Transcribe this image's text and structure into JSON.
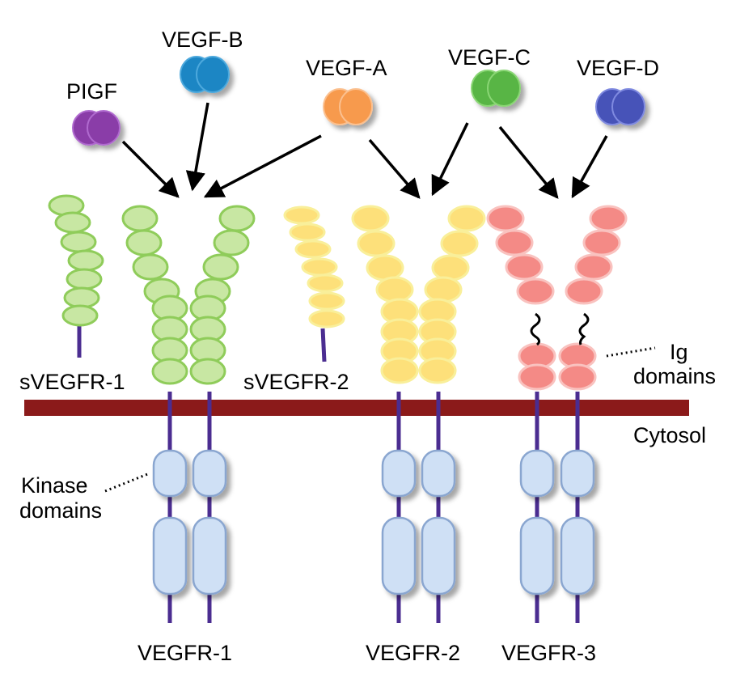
{
  "ligands": [
    {
      "label": "PIGF",
      "color": "#8a3ea8"
    },
    {
      "label": "VEGF-B",
      "color": "#1f86c4"
    },
    {
      "label": "VEGF-A",
      "color": "#f79a4e"
    },
    {
      "label": "VEGF-C",
      "color": "#58b545"
    },
    {
      "label": "VEGF-D",
      "color": "#4752b8"
    }
  ],
  "receptors": [
    {
      "label": "sVEGFR-1",
      "color": "#c8e7a3",
      "edge": "#8fcc5a"
    },
    {
      "label": "VEGFR-1",
      "color": "#c8e7a3",
      "edge": "#8fcc5a"
    },
    {
      "label": "sVEGFR-2",
      "color": "#fde07a",
      "edge": "#f9ef9a"
    },
    {
      "label": "VEGFR-2",
      "color": "#fde07a",
      "edge": "#f9ef9a"
    },
    {
      "label": "VEGFR-3",
      "color": "#f48a86",
      "edge": "#f9c2bf"
    }
  ],
  "annotations": {
    "ig_domains_line1": "Ig",
    "ig_domains_line2": "domains",
    "cytosol": "Cytosol",
    "kinase_line1": "Kinase",
    "kinase_line2": "domains"
  },
  "colors": {
    "membrane": "#8b1a1a",
    "tether": "#4b2d91",
    "kinase_fill": "#cfe0f5",
    "kinase_edge": "#8aa6d0"
  }
}
